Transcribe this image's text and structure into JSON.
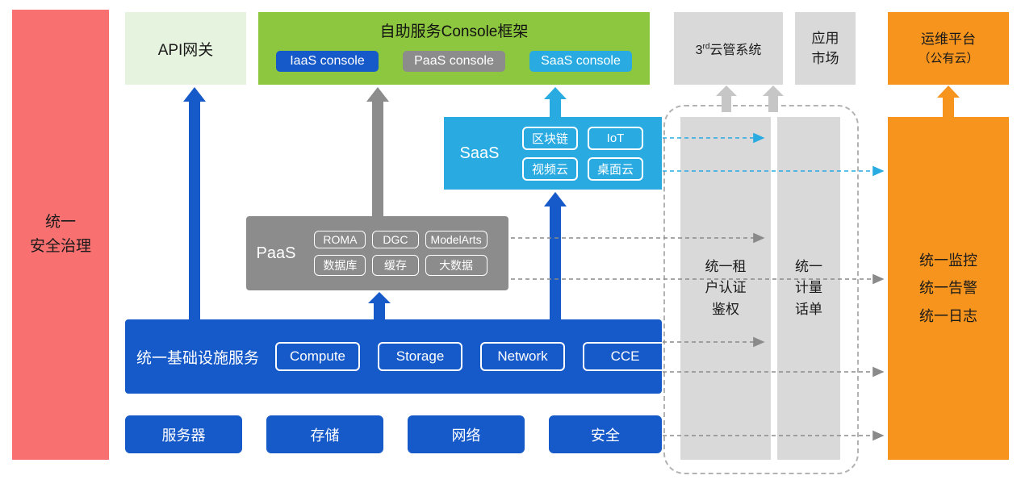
{
  "colors": {
    "red": "#F97070",
    "blue": "#1659C8",
    "green": "#8DC63F",
    "light_green": "#E6F3DE",
    "gray": "#8C8C8C",
    "light_gray": "#D9D9D9",
    "cyan": "#29ABE2",
    "orange": "#F7941E"
  },
  "security_bar": {
    "lines": [
      "统一",
      "安全治理"
    ]
  },
  "api_gateway": {
    "label": "API网关"
  },
  "console": {
    "title": "自助服务Console框架",
    "items": [
      {
        "label": "IaaS console"
      },
      {
        "label": "PaaS console"
      },
      {
        "label": "SaaS console"
      }
    ]
  },
  "third_party": {
    "prefix": "3",
    "sup": "rd",
    "suffix": "云管系统"
  },
  "app_market": {
    "lines": [
      "应用",
      "市场"
    ]
  },
  "om_platform": {
    "lines": [
      "运维平台",
      "（公有云）"
    ]
  },
  "saas": {
    "label": "SaaS",
    "items": [
      "区块链",
      "IoT",
      "视频云",
      "桌面云"
    ]
  },
  "paas": {
    "label": "PaaS",
    "items": [
      "ROMA",
      "DGC",
      "ModelArts",
      "数据库",
      "缓存",
      "大数据"
    ]
  },
  "infra": {
    "label": "统一基础设施服务",
    "items": [
      "Compute",
      "Storage",
      "Network",
      "CCE"
    ]
  },
  "bottom_row": [
    "服务器",
    "存储",
    "网络",
    "安全"
  ],
  "auth_bar": {
    "lines": [
      "统一租",
      "户认证",
      "鉴权"
    ]
  },
  "metering_bar": {
    "lines": [
      "统一",
      "计量",
      "话单"
    ]
  },
  "monitoring": {
    "lines": [
      "统一监控",
      "统一告警",
      "统一日志"
    ]
  }
}
